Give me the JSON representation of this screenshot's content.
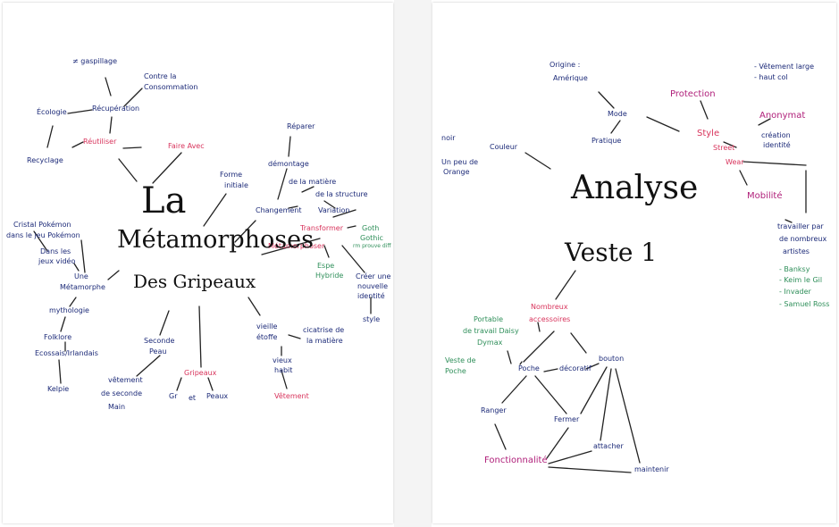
{
  "left_map": {
    "title": {
      "line1": "La",
      "line2": "Métamorphoses",
      "line3": "Des Gripeaux"
    },
    "nodes": {
      "gaspillage": "≠ gaspillage",
      "contre1": "Contre la",
      "contre2": "Consommation",
      "ecologie": "Écologie",
      "recuperation": "Récupération",
      "reutiliser": "Réutiliser",
      "faire_avec": "Faire Avec",
      "recyclage": "Recyclage",
      "reparer": "Réparer",
      "demontage": "démontage",
      "matiere": "de la matière",
      "structure": "de la structure",
      "forme1": "Forme",
      "forme2": "initiale",
      "changement": "Changement",
      "variation": "Variation",
      "transformer": "Transformer",
      "goth1": "Goth",
      "goth2": "Gothic",
      "goth3": "rm prouve diff",
      "metamorphoser": "Métamorphoser",
      "espe1": "Espe",
      "espe2": "Hybride",
      "creer1": "Créer une",
      "creer2": "nouvelle",
      "creer3": "identité",
      "style": "style",
      "cristal1": "Cristal Pokémon",
      "cristal2": "dans le jeu Pokémon",
      "dans1": "Dans les",
      "dans2": "jeux vidéo",
      "une": "Une",
      "metamorphe": "Métamorphe",
      "mythologie": "mythologie",
      "folklore": "Folklore",
      "ecossais": "Ecossais/Irlandais",
      "kelpie": "Kelpie",
      "seconde1": "Seconde",
      "seconde2": "Peau",
      "vetement_sec1": "vêtement",
      "vetement_sec2": "de seconde",
      "vetement_sec3": "Main",
      "gripeaux": "Gripeaux",
      "gr": "Gr",
      "et": "et",
      "peaux": "Peaux",
      "vieille1": "vieille",
      "vieille2": "étoffe",
      "cicatrise1": "cicatrise de",
      "cicatrise2": "la matière",
      "vieux1": "vieux",
      "vieux2": "habit",
      "vetement": "Vêtement"
    }
  },
  "right_map": {
    "title": {
      "line1": "Analyse",
      "line2": "Veste 1"
    },
    "nodes": {
      "origine1": "Origine :",
      "origine2": "Amérique",
      "mode": "Mode",
      "pratique": "Pratique",
      "protection": "Protection",
      "vetement_large1": "- Vêtement large",
      "vetement_large2": "- haut col",
      "anonymat": "Anonymat",
      "creation1": "création",
      "creation2": "identité",
      "style": "Style",
      "street": "Street",
      "wear": "Wear",
      "mobilite": "Mobilité",
      "noir": "noir",
      "couleur": "Couleur",
      "peu1": "Un peu de",
      "peu2": "Orange",
      "travailler1": "travailler par",
      "travailler2": "de nombreux",
      "travailler3": "artistes",
      "banksy": "- Banksy",
      "keim": "- Keim le Gil",
      "invader": "- Invader",
      "samuel": "- Samuel Ross",
      "nombreux1": "Nombreux",
      "nombreux2": "accessoires",
      "portable1": "Portable",
      "portable2": "de travail Daisy",
      "portable3": "Dymax",
      "veste1": "Veste de",
      "veste2": "Poche",
      "poche": "Poche",
      "decorati": "décoratif",
      "bouton": "bouton",
      "ranger": "Ranger",
      "fermer": "Fermer",
      "attacher": "attacher",
      "fonctionnalite": "Fonctionnalité",
      "maintenir": "maintenir"
    }
  }
}
